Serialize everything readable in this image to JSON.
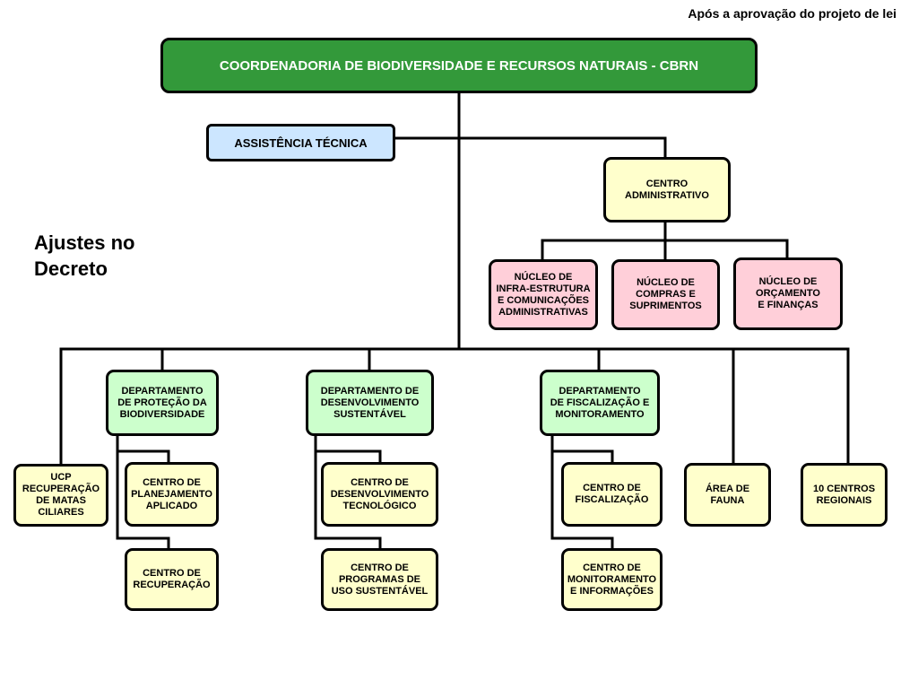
{
  "header_note": "Após a aprovação do projeto de lei",
  "side_note": "Ajustes no\nDecreto",
  "nodes": {
    "cbrn": "COORDENADORIA DE BIODIVERSIDADE E RECURSOS NATURAIS - CBRN",
    "assistencia": "ASSISTÊNCIA TÉCNICA",
    "centro_admin": "CENTRO\nADMINISTRATIVO",
    "nucleo_infra": "NÚCLEO DE\nINFRA-ESTRUTURA\nE COMUNICAÇÕES\nADMINISTRATIVAS",
    "nucleo_compras": "NÚCLEO DE\nCOMPRAS E\nSUPRIMENTOS",
    "nucleo_orcamento": "NÚCLEO DE\nORÇAMENTO\nE FINANÇAS",
    "dep_protecao": "DEPARTAMENTO\nDE PROTEÇÃO DA\nBIODIVERSIDADE",
    "dep_desenv": "DEPARTAMENTO DE\nDESENVOLVIMENTO\nSUSTENTÁVEL",
    "dep_fiscal": "DEPARTAMENTO\nDE FISCALIZAÇÃO E\nMONITORAMENTO",
    "ucp": "UCP\nRECUPERAÇÃO\nDE MATAS\nCILIARES",
    "centro_planej": "CENTRO DE\nPLANEJAMENTO\nAPLICADO",
    "centro_recup": "CENTRO DE\nRECUPERAÇÃO",
    "centro_desenv_tec": "CENTRO DE\nDESENVOLVIMENTO\nTECNOLÓGICO",
    "centro_programas": "CENTRO DE\nPROGRAMAS DE\nUSO SUSTENTÁVEL",
    "centro_fiscal": "CENTRO DE\nFISCALIZAÇÃO",
    "centro_monit": "CENTRO DE\nMONITORAMENTO\nE INFORMAÇÕES",
    "area_fauna": "ÁREA DE\nFAUNA",
    "centros_regionais": "10 CENTROS\nREGIONAIS"
  },
  "colors": {
    "title_green": "#33993a",
    "light_blue": "#cce6ff",
    "light_yellow": "#ffffcc",
    "light_pink": "#ffcfd9",
    "light_green": "#ccffcc"
  }
}
